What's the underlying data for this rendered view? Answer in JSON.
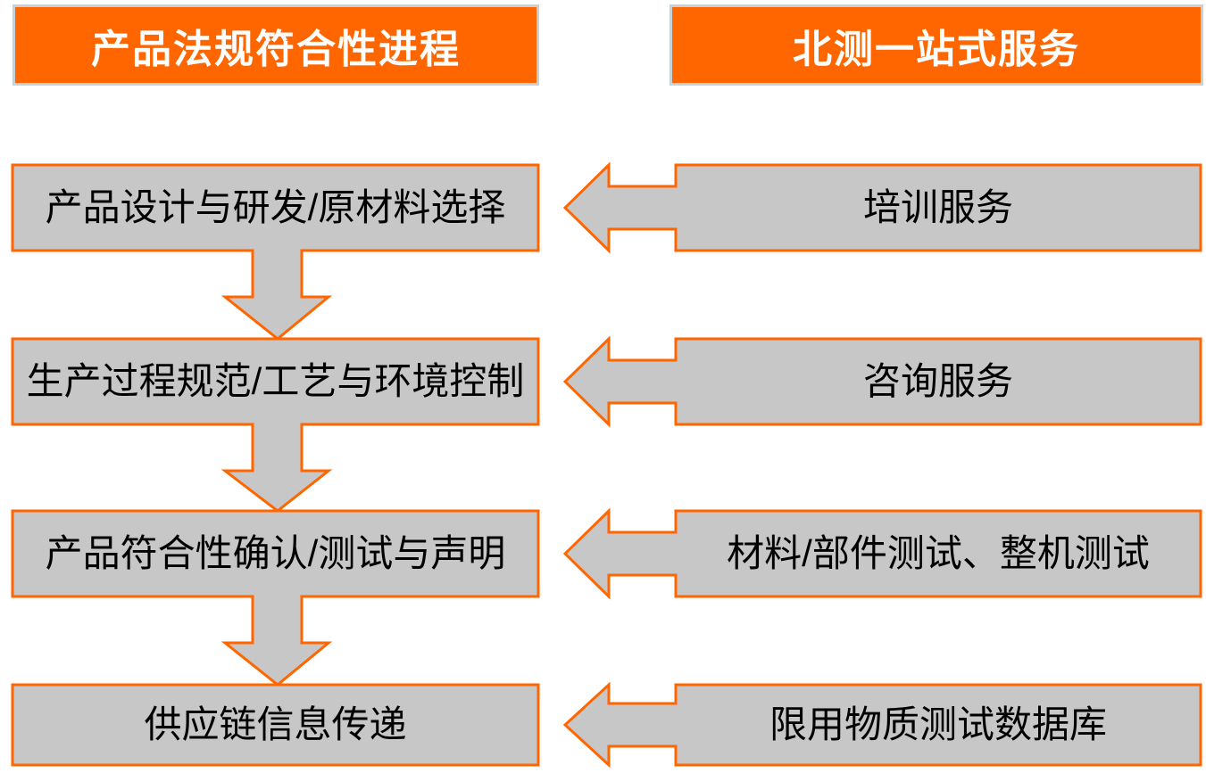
{
  "diagram": {
    "headers": {
      "left": "产品法规符合性进程",
      "right": "北测一站式服务"
    },
    "process_steps": [
      "产品设计与研发/原材料选择",
      "生产过程规范/工艺与环境控制",
      "产品符合性确认/测试与声明",
      "供应链信息传递"
    ],
    "services": [
      "培训服务",
      "咨询服务",
      "材料/部件测试、整机测试",
      "限用物质测试数据库"
    ],
    "colors": {
      "orange": "#FF6600",
      "box-gray": "#C7C7C7",
      "header-border": "#C9D1D6",
      "header-text": "#FFFFFF",
      "box-text": "#000000"
    }
  }
}
